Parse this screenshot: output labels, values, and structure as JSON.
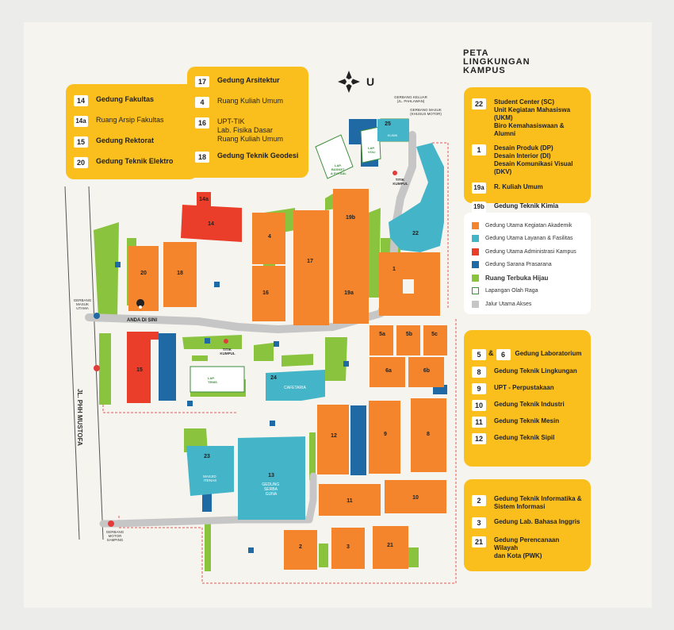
{
  "title_lines": [
    "PETA",
    "LINGKUNGAN",
    "KAMPUS"
  ],
  "colors": {
    "akademik": "#f5852d",
    "layanan": "#44b5c9",
    "administrasi": "#ea3e2b",
    "prasarana": "#1f6aa5",
    "hijau": "#8ac43f",
    "olahraga": "#ffffff",
    "jalur": "#c6c6c6",
    "panel": "#fbbf1d"
  },
  "panels": {
    "p1": [
      {
        "num": "14",
        "lines": [
          "Gedung Fakultas"
        ],
        "bold": true
      },
      {
        "num": "14a",
        "lines": [
          "Ruang Arsip Fakultas"
        ],
        "bold": false
      },
      {
        "num": "15",
        "lines": [
          "Gedung Rektorat"
        ],
        "bold": true
      },
      {
        "num": "20",
        "lines": [
          "Gedung Teknik Elektro"
        ],
        "bold": true
      }
    ],
    "p2": [
      {
        "num": "17",
        "lines": [
          "Gedung  Arsitektur"
        ],
        "bold": true
      },
      {
        "num": "4",
        "lines": [
          "Ruang Kuliah Umum"
        ],
        "bold": false
      },
      {
        "num": "16",
        "lines": [
          "UPT-TIK",
          "Lab. Fisika Dasar",
          "Ruang Kuliah Umum"
        ],
        "bold": false
      },
      {
        "num": "18",
        "lines": [
          "Gedung Teknik Geodesi"
        ],
        "bold": true
      }
    ],
    "p3": [
      {
        "num": "22",
        "lines": [
          "Student Center (SC)",
          "Unit Kegiatan Mahasiswa (UKM)",
          "Biro Kemahasiswaan & Alumni"
        ],
        "bold": true
      },
      {
        "num": "1",
        "lines": [
          "Desain Produk (DP)",
          "Desain Interior (DI)",
          "Desain Komunikasi Visual (DKV)"
        ],
        "bold": true
      },
      {
        "num": "19a",
        "lines": [
          "R. Kuliah Umum"
        ],
        "bold": true
      },
      {
        "num": "19b",
        "lines": [
          "Gedung Teknik Kimia"
        ],
        "bold": true
      }
    ],
    "p4": [
      {
        "num": "5",
        "num2": "6",
        "amp": "&",
        "lines": [
          "Gedung Laboratorium"
        ],
        "bold": true
      },
      {
        "num": "8",
        "lines": [
          "Gedung Teknik Lingkungan"
        ],
        "bold": true
      },
      {
        "num": "9",
        "lines": [
          "UPT - Perpustakaan"
        ],
        "bold": true
      },
      {
        "num": "10",
        "lines": [
          "Gedung Teknik Industri"
        ],
        "bold": true
      },
      {
        "num": "11",
        "lines": [
          "Gedung Teknik Mesin"
        ],
        "bold": true
      },
      {
        "num": "12",
        "lines": [
          "Gedung Teknik Sipil"
        ],
        "bold": true
      }
    ],
    "p5": [
      {
        "num": "2",
        "lines": [
          "Gedung Teknik Informatika &",
          "Sistem Informasi"
        ],
        "bold": true
      },
      {
        "num": "3",
        "lines": [
          "Gedung Lab. Bahasa Inggris"
        ],
        "bold": true
      },
      {
        "num": "21",
        "lines": [
          "Gedung Perencanaan Wilayah",
          "dan Kota (PWK)"
        ],
        "bold": true
      }
    ]
  },
  "legend": [
    {
      "label": "Gedung Utama Kegiatan Akademik",
      "color": "#f5852d",
      "bold": false
    },
    {
      "label": "Gedung Utama Layanan & Fasilitas",
      "color": "#44b5c9",
      "bold": false
    },
    {
      "label": "Gedung Utama Administrasi Kampus",
      "color": "#ea3e2b",
      "bold": false
    },
    {
      "label": "Gedung Sarana Prasarana",
      "color": "#1f6aa5",
      "bold": false
    },
    {
      "label": "Ruang Terbuka Hijau",
      "color": "#8ac43f",
      "bold": true
    },
    {
      "label": "Lapangan Olah Raga",
      "color": "#ffffff",
      "bold": false
    },
    {
      "label": "Jalur Utama Akses",
      "color": "#c6c6c6",
      "bold": false
    }
  ],
  "map": {
    "street": "JL. PHH MUSTOFA",
    "you_are_here": "ANDA DI SINI",
    "gate_north_1": [
      "GERBANG KELUAR",
      "(JL. PAHLAWAN)"
    ],
    "gate_north_2": [
      "GERBANG MASUK",
      "(KHUSUS MOTOR)"
    ],
    "gate_main": [
      "GERBANG",
      "MASUK",
      "UTAMA"
    ],
    "gate_side": [
      "GERBANG",
      "MOTOR",
      "SAMPING"
    ],
    "assembly_1": [
      "TITIK",
      "KUMPUL"
    ],
    "assembly_2": [
      "TITIK",
      "KUMPUL"
    ],
    "cafeteria": "CAFETARIA",
    "serba_guna": [
      "GEDUNG",
      "SERBA",
      "GUNA"
    ],
    "masjid": [
      "MASJID",
      "ITENAS"
    ],
    "lap_tenis": [
      "LAP.",
      "TENIS"
    ],
    "lap_basket": [
      "LAP.",
      "BASKET",
      "& FUTSAL"
    ],
    "lap_voli": [
      "LAP.",
      "VOLI"
    ],
    "klinik": "KLINIK",
    "buildings": {
      "b14": "14",
      "b14a": "14a",
      "b20": "20",
      "b18": "18",
      "b15": "15",
      "b4": "4",
      "b16": "16",
      "b17": "17",
      "b19a": "19a",
      "b19b": "19b",
      "b22": "22",
      "b1": "1",
      "b5a": "5a",
      "b5b": "5b",
      "b5c": "5c",
      "b6a": "6a",
      "b6b": "6b",
      "b24": "24",
      "b12": "12",
      "b9": "9",
      "b8": "8",
      "b13": "13",
      "b23": "23",
      "b11": "11",
      "b10": "10",
      "b2": "2",
      "b3": "3",
      "b21": "21",
      "b25": "25"
    }
  }
}
